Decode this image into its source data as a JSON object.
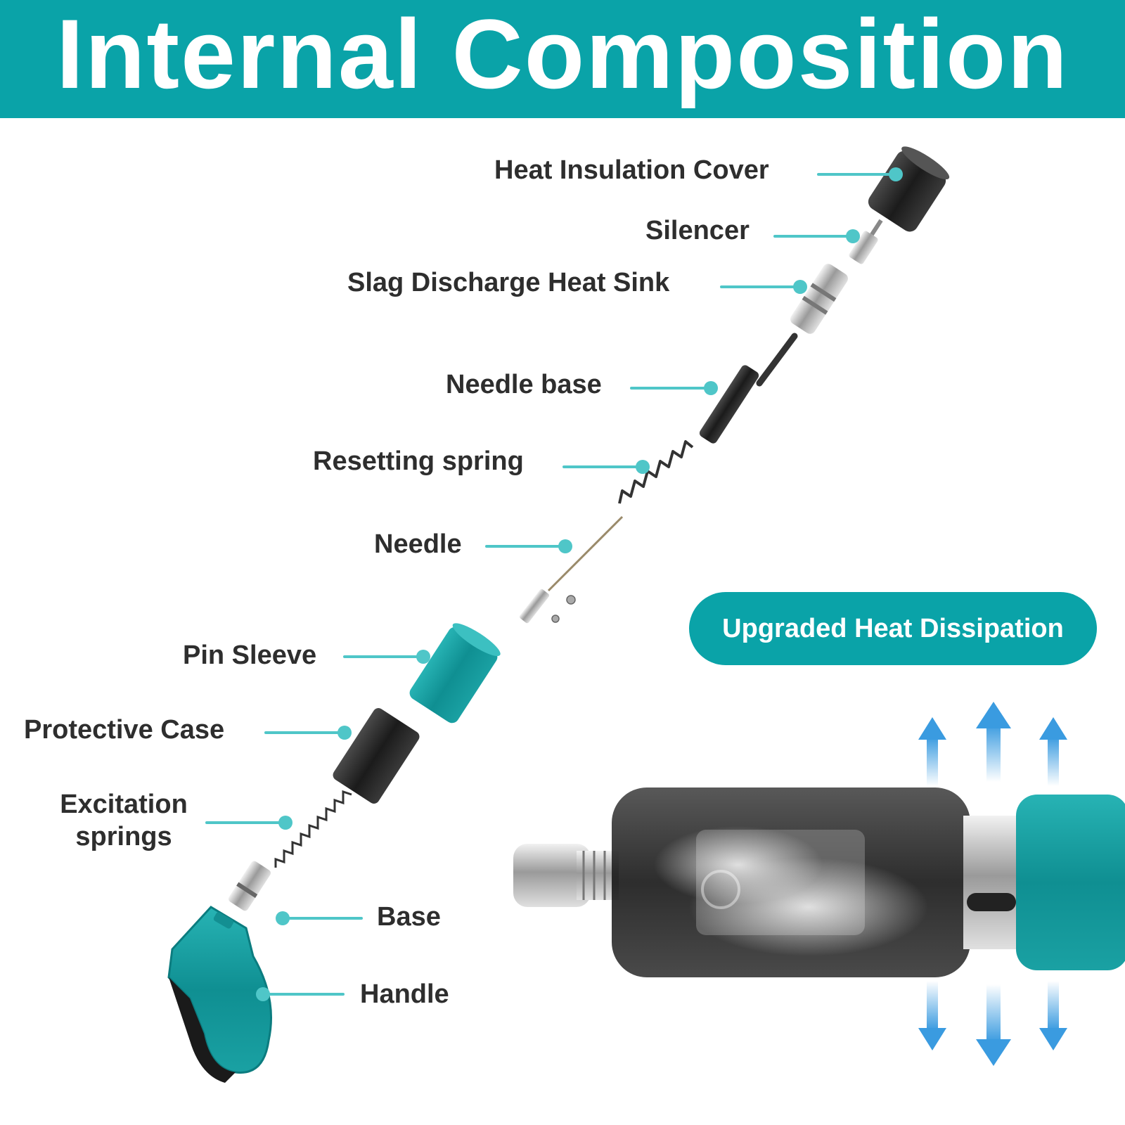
{
  "header": {
    "title": "Internal Composition"
  },
  "parts": [
    {
      "id": "heat-insulation-cover",
      "label": "Heat Insulation Cover"
    },
    {
      "id": "silencer",
      "label": "Silencer"
    },
    {
      "id": "slag-discharge-heat-sink",
      "label": "Slag Discharge Heat Sink"
    },
    {
      "id": "needle-base",
      "label": "Needle base"
    },
    {
      "id": "resetting-spring",
      "label": "Resetting spring"
    },
    {
      "id": "needle",
      "label": "Needle"
    },
    {
      "id": "pin-sleeve",
      "label": "Pin Sleeve"
    },
    {
      "id": "protective-case",
      "label": "Protective Case"
    },
    {
      "id": "excitation-springs",
      "label": "Excitation springs"
    },
    {
      "id": "base",
      "label": "Base"
    },
    {
      "id": "handle",
      "label": "Handle"
    }
  ],
  "badge": {
    "label": "Upgraded Heat Dissipation"
  },
  "colors": {
    "brand_teal": "#0aa3a8",
    "leader_teal": "#4fc6c8",
    "arrow_blue": "#3a9be0"
  }
}
